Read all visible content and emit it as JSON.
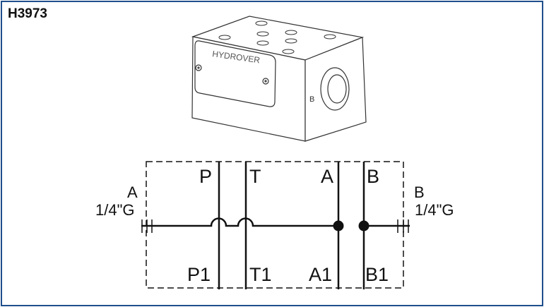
{
  "title": "H3973",
  "product": {
    "brand": "HYDROVER",
    "side_mark": "B"
  },
  "schematic": {
    "top_ports": [
      "P",
      "T",
      "A",
      "B"
    ],
    "bottom_ports": [
      "P1",
      "T1",
      "A1",
      "B1"
    ],
    "left_port": {
      "name": "A",
      "size": "1/4\"G"
    },
    "right_port": {
      "name": "B",
      "size": "1/4\"G"
    }
  },
  "colors": {
    "frame": "#1f4e8c",
    "line": "#111111"
  }
}
